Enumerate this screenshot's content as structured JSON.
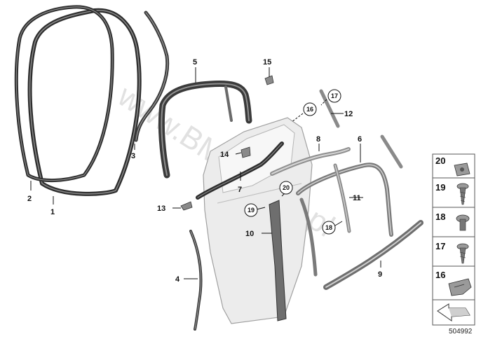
{
  "watermark": "www.BMWstore.pl",
  "diagram_id": "504992",
  "callouts": {
    "c1": "1",
    "c2": "2",
    "c3": "3",
    "c4": "4",
    "c5": "5",
    "c6": "6",
    "c7": "7",
    "c8": "8",
    "c9": "9",
    "c10": "10",
    "c11": "11",
    "c12": "12",
    "c13": "13",
    "c14": "14",
    "c15": "15",
    "c16": "16",
    "c17": "17",
    "c18": "18",
    "c19": "19",
    "c20": "20"
  },
  "side_panel": {
    "items": [
      "20",
      "19",
      "18",
      "17",
      "16"
    ]
  },
  "colors": {
    "seal_dark": "#3c3c3c",
    "seal_mid": "#6e6e6e",
    "door_light": "#e6e6e6",
    "door_edge": "#9a9a9a",
    "panel_border": "#555555"
  }
}
